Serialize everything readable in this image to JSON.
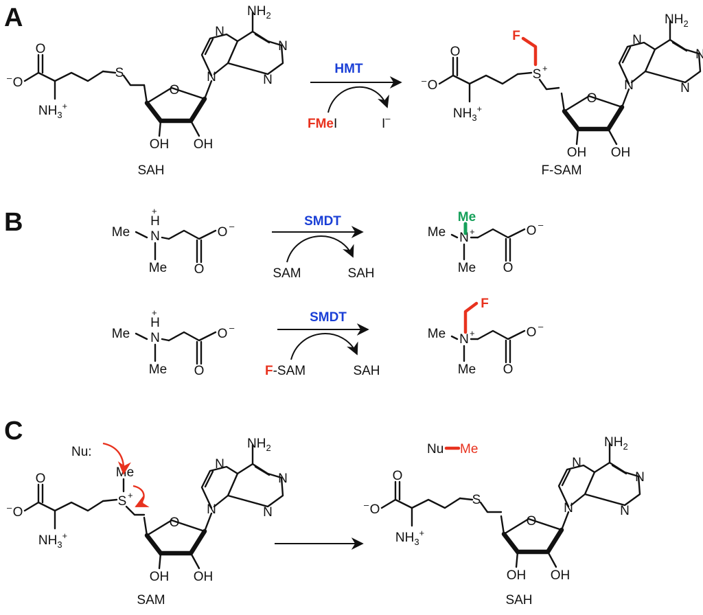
{
  "panels": {
    "a": "A",
    "b": "B",
    "c": "C"
  },
  "a": {
    "enzyme": "HMT",
    "reagent_red": "FMe",
    "reagent_rest": "I",
    "byproduct": "I",
    "byproduct_charge": "–",
    "substrate_label": "SAH",
    "product_label": "F-SAM"
  },
  "b": {
    "enzyme": "SMDT",
    "cofactor1": "SAM",
    "byproduct1": "SAH",
    "cofactor2_red": "F",
    "cofactor2_rest": "-SAM",
    "byproduct2": "SAH"
  },
  "c": {
    "nucleophile": "Nu:",
    "methyl": "Me",
    "product_nu": "Nu",
    "product_me": "Me",
    "substrate_label": "SAM",
    "product_label": "SAH"
  },
  "chem": {
    "o": "O",
    "n": "N",
    "s": "S",
    "f": "F",
    "h": "H",
    "me": "Me",
    "oh": "OH",
    "nh": "NH",
    "nh3": "NH",
    "sub2": "2",
    "sub3": "3",
    "plus": "+",
    "minus": "–"
  },
  "colors": {
    "enzyme": "#1a3fd6",
    "fluoro": "#e8321e",
    "methyl_green": "#16a05a"
  }
}
